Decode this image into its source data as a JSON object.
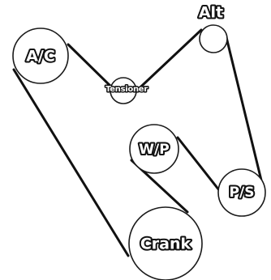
{
  "pulleys": {
    "ac": "A/C",
    "tensioner": "Tensioner",
    "alt": "Alt",
    "wp": "W/P",
    "ps": "P/S",
    "crank": "Crank"
  }
}
